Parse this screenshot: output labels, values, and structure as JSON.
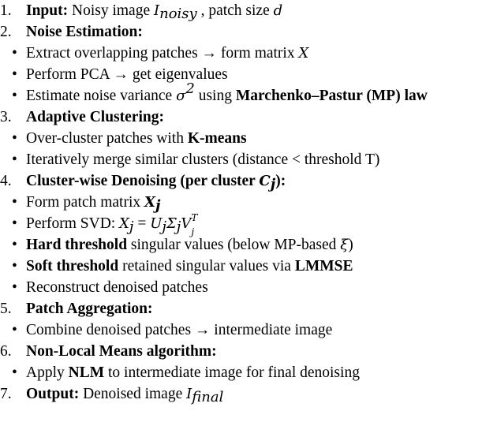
{
  "steps": [
    {
      "num": "1.",
      "label": "Input:",
      "text": " Noisy image ",
      "m1": "I",
      "m1_sub": "noisy",
      "text2": " , patch size ",
      "m2": "d"
    },
    {
      "num": "2.",
      "label": "Noise Estimation:"
    },
    {
      "num": "3.",
      "label": "Adaptive Clustering:"
    },
    {
      "num": "4.",
      "label": "Cluster-wise Denoising (per cluster ",
      "m": "C",
      "m_sub": "j",
      "label_end": "):"
    },
    {
      "num": "5.",
      "label": "Patch Aggregation:"
    },
    {
      "num": "6.",
      "label": "Non-Local Means algorithm:"
    },
    {
      "num": "7.",
      "label": "Output:",
      "text": " Denoised image ",
      "m": "I",
      "m_sub": "final"
    }
  ],
  "bullets": {
    "b1": {
      "text": "Extract overlapping patches → form matrix ",
      "m": "X"
    },
    "b2": {
      "text": "Perform PCA → get eigenvalues"
    },
    "b3": {
      "text": "Estimate noise variance ",
      "m": "σ",
      "m_sup": "2",
      "text2": " using ",
      "bold": "Marchenko–Pastur (MP) law"
    },
    "b4": {
      "text": "Over-cluster patches with ",
      "bold": "K-means"
    },
    "b5": {
      "text": "Iteratively merge similar clusters (distance < threshold T)"
    },
    "b6": {
      "text": "Form patch matrix ",
      "m": "X",
      "m_sub": "j"
    },
    "b7": {
      "text": "Perform SVD: ",
      "eq_lhs": "X",
      "eq_lhs_sub": "j",
      "eq_op": " = ",
      "eq_u": "U",
      "eq_u_sub": "j",
      "eq_s": "Σ",
      "eq_s_sub": "j",
      "eq_v": "V",
      "eq_v_sub": "j",
      "eq_v_sup": "T"
    },
    "b8": {
      "bold": "Hard threshold",
      "text": " singular values (below MP-based ",
      "m": "ξ",
      "text2": ")"
    },
    "b9": {
      "bold": "Soft threshold",
      "text": " retained singular values via ",
      "bold2": "LMMSE"
    },
    "b10": {
      "text": "Reconstruct denoised patches"
    },
    "b11": {
      "text": "Combine denoised patches → intermediate image"
    },
    "b12": {
      "text": "Apply ",
      "bold": "NLM",
      "text2": " to intermediate image for final denoising"
    }
  },
  "bullet_glyph": "•"
}
